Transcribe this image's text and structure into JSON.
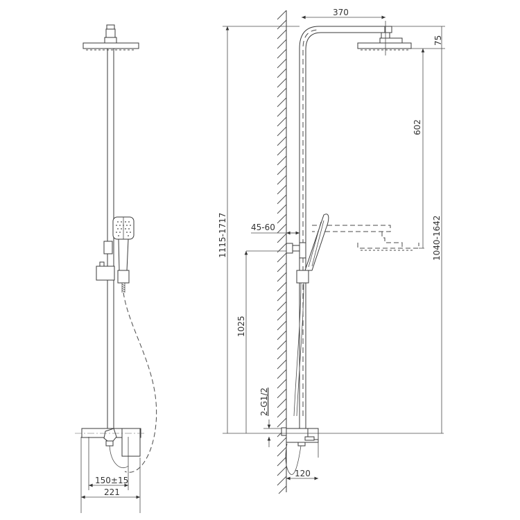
{
  "drawing": {
    "title": "Shower system technical drawing",
    "views": [
      "front-view",
      "side-view"
    ],
    "colors": {
      "line": "#3a3a3a",
      "background": "#ffffff",
      "text": "#333333"
    }
  },
  "dimensions": {
    "arm_projection": "370",
    "head_thickness": "75",
    "head_adjust": "602",
    "wall_gap": "45-60",
    "total_height": "1115-1717",
    "head_height": "1040-1642",
    "outlet_height": "1025",
    "connection": "2-G1/2",
    "mixer_depth": "120",
    "inlet_spacing": "150±15",
    "mixer_width": "221"
  }
}
